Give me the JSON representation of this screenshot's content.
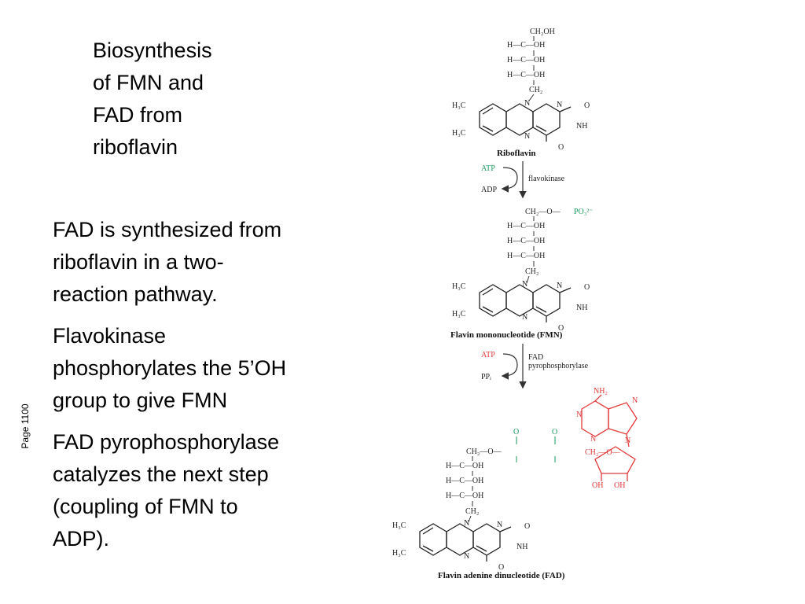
{
  "slide": {
    "title": "Biosynthesis\nof FMN and\nFAD from\nriboflavin",
    "paragraphs": [
      "FAD is synthesized from\nriboflavin in a two-\nreaction pathway.",
      "Flavokinase\nphosphorylates the 5’OH\ngroup to give FMN",
      "FAD pyrophosphorylase\ncatalyzes the next step\n(coupling of FMN to\nADP)."
    ],
    "page_label": "Page 1100"
  },
  "diagram": {
    "riboflavin": {
      "caption": "Riboflavin",
      "chain": [
        "CH₂OH",
        "H—C—OH",
        "H—C—OH",
        "H—C—OH",
        "CH₂"
      ]
    },
    "step1": {
      "in": "ATP",
      "out": "ADP",
      "enzyme": "flavokinase"
    },
    "fmn": {
      "caption": "Flavin mononucleotide (FMN)",
      "chain_top": "CH₂—O—",
      "phosphate": "PO₃²⁻",
      "chain": [
        "H—C—OH",
        "H—C—OH",
        "H—C—OH",
        "CH₂"
      ]
    },
    "step2": {
      "in": "ATP",
      "out": "PPᵢ",
      "enzyme_line1": "FAD",
      "enzyme_line2": "pyrophosphorylase"
    },
    "fad": {
      "caption": "Flavin adenine dinucleotide (FAD)",
      "chain_top": "CH₂—O—",
      "chain": [
        "H—C—OH",
        "H—C—OH",
        "H—C—OH",
        "CH₂"
      ],
      "nh2": "NH₂",
      "ribose_oh1": "OH",
      "ribose_oh2": "OH"
    },
    "ring_labels": {
      "h3c": "H₃C",
      "n": "N",
      "nh": "NH",
      "o": "O"
    },
    "colors": {
      "black": "#111111",
      "green": "#1a9a5c",
      "red": "#e23a3a"
    }
  }
}
